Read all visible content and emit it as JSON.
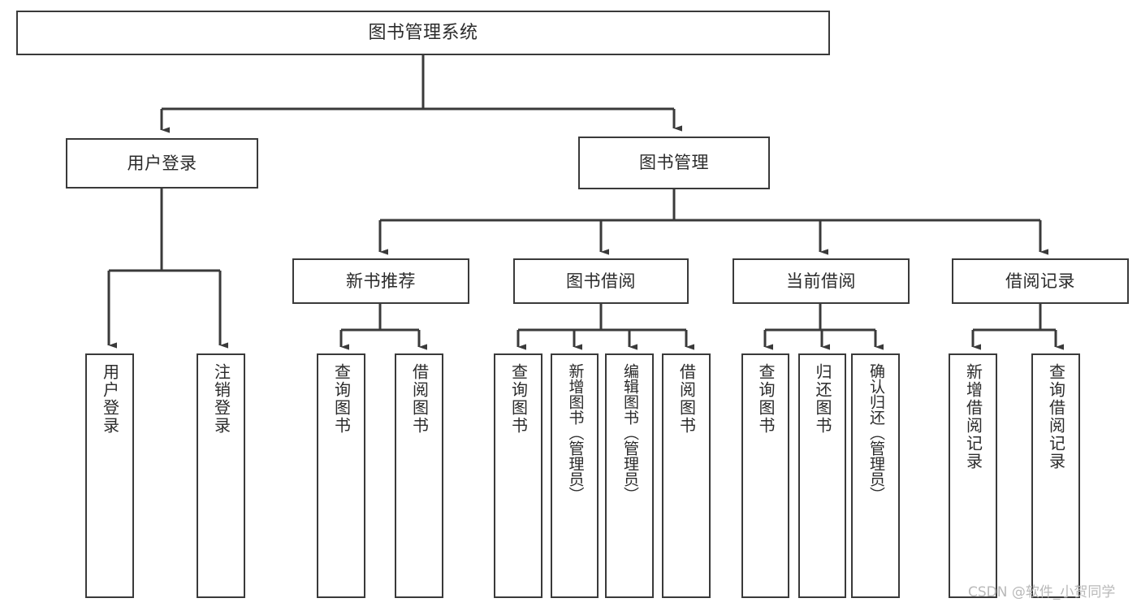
{
  "diagram": {
    "type": "tree-hierarchy",
    "title": "图书管理系统",
    "root": {
      "label": "图书管理系统"
    },
    "level1": [
      {
        "label": "用户登录"
      },
      {
        "label": "图书管理"
      }
    ],
    "level2": [
      {
        "label": "新书推荐"
      },
      {
        "label": "图书借阅"
      },
      {
        "label": "当前借阅"
      },
      {
        "label": "借阅记录"
      }
    ],
    "leaves": {
      "user_login": [
        {
          "label": "用户登录"
        },
        {
          "label": "注销登录"
        }
      ],
      "new_book_recommend": [
        {
          "label": "查询图书"
        },
        {
          "label": "借阅图书"
        }
      ],
      "book_borrow": [
        {
          "label": "查询图书"
        },
        {
          "label": "新增图书（管理员）"
        },
        {
          "label": "编辑图书（管理员）"
        },
        {
          "label": "借阅图书"
        }
      ],
      "current_borrow": [
        {
          "label": "查询图书"
        },
        {
          "label": "归还图书"
        },
        {
          "label": "确认归还（管理员）"
        }
      ],
      "borrow_record": [
        {
          "label": "新增借阅记录"
        },
        {
          "label": "查询借阅记录"
        }
      ]
    }
  },
  "watermark": {
    "text": "CSDN @软件_小贺同学"
  },
  "colors": {
    "border": "#3a3a3a",
    "background": "#ffffff",
    "text": "#2b2b2b",
    "watermark": "#b9b9b9"
  }
}
